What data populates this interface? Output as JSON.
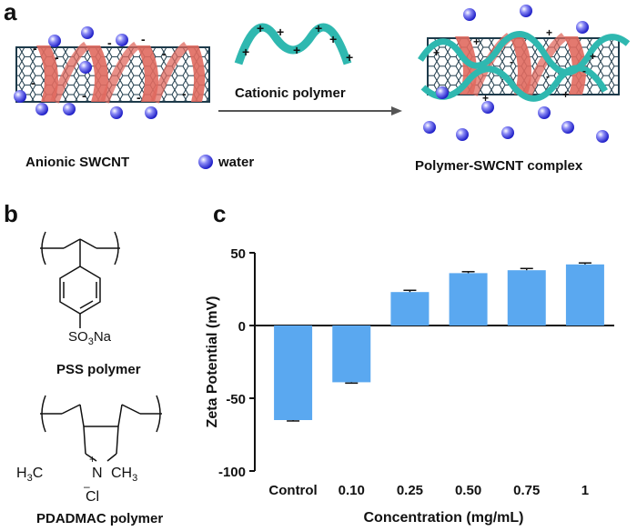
{
  "panels": {
    "a": {
      "letter": "a",
      "process_label": "Cationic polymer",
      "anionic_label": "Anionic SWCNT",
      "water_label": "water",
      "complex_label": "Polymer-SWCNT complex"
    },
    "b": {
      "letter": "b",
      "pss_label": "PSS polymer",
      "pss_substituent": "SO3Na",
      "pdadmac_label": "PDADMAC polymer",
      "pdadmac_methyl": "H3C",
      "pdadmac_methyl_right": "CH3",
      "pdadmac_n": "N",
      "pdadmac_plus": "+",
      "pdadmac_minus": "–",
      "pdadmac_cl": "Cl"
    },
    "c": {
      "letter": "c"
    }
  },
  "colors": {
    "bar": "#5aa8f0",
    "ribbon": "#e06a5f",
    "polymer": "#2fb8b0",
    "tube": "#1d3a4a",
    "water": "#3a3ae0"
  },
  "chart_data": {
    "type": "bar",
    "categories": [
      "Control",
      "0.10",
      "0.25",
      "0.50",
      "0.75",
      "1"
    ],
    "values": [
      -65,
      -39,
      23,
      36,
      38,
      42
    ],
    "errors": [
      0.6,
      0.6,
      1.2,
      1.0,
      1.2,
      1.0
    ],
    "xlabel": "Concentration (mg/mL)",
    "ylabel": "Zeta Potential (mV)",
    "ylim": [
      -100,
      50
    ],
    "yticks": [
      50,
      0,
      -50,
      -100
    ],
    "yticklabels": [
      "50",
      "0",
      "-50",
      "-100"
    ]
  }
}
